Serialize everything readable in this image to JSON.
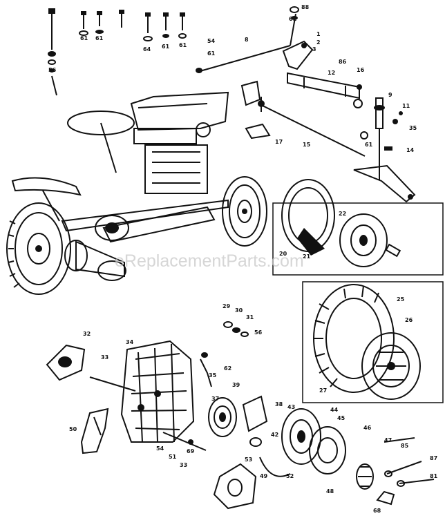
{
  "watermark": "eReplacementParts.com",
  "callouts": [
    {
      "id": "c88a",
      "text": "88"
    },
    {
      "id": "c1",
      "text": "1"
    },
    {
      "id": "c2",
      "text": "2"
    },
    {
      "id": "c3",
      "text": "3"
    },
    {
      "id": "c61a",
      "text": "61"
    },
    {
      "id": "c61b",
      "text": "61"
    },
    {
      "id": "c61c",
      "text": "61"
    },
    {
      "id": "c64",
      "text": "64"
    },
    {
      "id": "c61d",
      "text": "61"
    },
    {
      "id": "c61e",
      "text": "61"
    },
    {
      "id": "c54",
      "text": "54"
    },
    {
      "id": "c61f",
      "text": "61"
    },
    {
      "id": "c56",
      "text": "56"
    },
    {
      "id": "c8a",
      "text": "8"
    },
    {
      "id": "c12",
      "text": "12"
    },
    {
      "id": "c16",
      "text": "16"
    },
    {
      "id": "c86",
      "text": "86"
    },
    {
      "id": "c17",
      "text": "17"
    },
    {
      "id": "c15",
      "text": "15"
    },
    {
      "id": "c14",
      "text": "14"
    },
    {
      "id": "c11",
      "text": "11"
    },
    {
      "id": "c35",
      "text": "35"
    },
    {
      "id": "c9",
      "text": "9"
    },
    {
      "id": "c61g",
      "text": "61"
    },
    {
      "id": "c20",
      "text": "20"
    },
    {
      "id": "c21",
      "text": "21"
    },
    {
      "id": "c22",
      "text": "22"
    },
    {
      "id": "c25",
      "text": "25"
    },
    {
      "id": "c26",
      "text": "26"
    },
    {
      "id": "c27",
      "text": "27"
    },
    {
      "id": "c29",
      "text": "29"
    },
    {
      "id": "c30",
      "text": "30"
    },
    {
      "id": "c31",
      "text": "31"
    },
    {
      "id": "c56b",
      "text": "56"
    },
    {
      "id": "c32",
      "text": "32"
    },
    {
      "id": "c33a",
      "text": "33"
    },
    {
      "id": "c34",
      "text": "34"
    },
    {
      "id": "c62",
      "text": "62"
    },
    {
      "id": "c35b",
      "text": "35"
    },
    {
      "id": "c39",
      "text": "39"
    },
    {
      "id": "c38",
      "text": "38"
    },
    {
      "id": "c43",
      "text": "43"
    },
    {
      "id": "c44",
      "text": "44"
    },
    {
      "id": "c45",
      "text": "45"
    },
    {
      "id": "c46",
      "text": "46"
    },
    {
      "id": "c50",
      "text": "50"
    },
    {
      "id": "c54b",
      "text": "54"
    },
    {
      "id": "c51",
      "text": "51"
    },
    {
      "id": "c33b",
      "text": "33"
    },
    {
      "id": "c69",
      "text": "69"
    },
    {
      "id": "c37",
      "text": "37"
    },
    {
      "id": "c42",
      "text": "42"
    },
    {
      "id": "c53",
      "text": "53"
    },
    {
      "id": "c49",
      "text": "49"
    },
    {
      "id": "c52",
      "text": "52"
    },
    {
      "id": "c48",
      "text": "48"
    },
    {
      "id": "c85",
      "text": "85"
    },
    {
      "id": "c87",
      "text": "87"
    },
    {
      "id": "c81",
      "text": "81"
    },
    {
      "id": "c68",
      "text": "68"
    },
    {
      "id": "c47",
      "text": "47"
    }
  ]
}
